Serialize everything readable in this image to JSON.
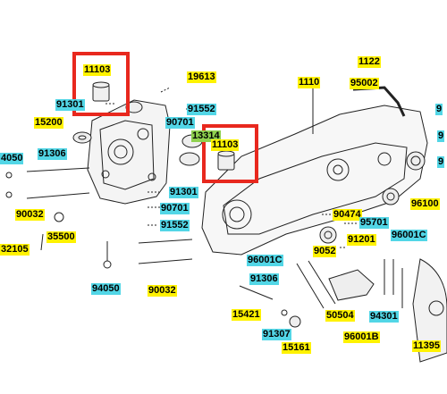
{
  "diagram": {
    "highlight_color": "#e8281e",
    "yellow_tag_color": "#fff200",
    "cyan_tag_color": "#52d6e6",
    "green_tag_color": "#8fd14f",
    "labels": [
      {
        "id": "11103-a",
        "text": "11103"
      },
      {
        "id": "19613",
        "text": "19613"
      },
      {
        "id": "91301-a",
        "text": "91301"
      },
      {
        "id": "91552-a",
        "text": "91552"
      },
      {
        "id": "15200",
        "text": "15200"
      },
      {
        "id": "90701-a",
        "text": "90701"
      },
      {
        "id": "13314",
        "text": "13314"
      },
      {
        "id": "11103-b",
        "text": "11103"
      },
      {
        "id": "1110",
        "text": "1110"
      },
      {
        "id": "1122",
        "text": "1122"
      },
      {
        "id": "95002",
        "text": "95002"
      },
      {
        "id": "9-edge",
        "text": "9"
      },
      {
        "id": "4050",
        "text": "4050"
      },
      {
        "id": "91306-a",
        "text": "91306"
      },
      {
        "id": "90032-a",
        "text": "90032"
      },
      {
        "id": "35500",
        "text": "35500"
      },
      {
        "id": "32105",
        "text": "32105"
      },
      {
        "id": "91301-b",
        "text": "91301"
      },
      {
        "id": "90701-b",
        "text": "90701"
      },
      {
        "id": "91552-b",
        "text": "91552"
      },
      {
        "id": "94050",
        "text": "94050"
      },
      {
        "id": "90032-b",
        "text": "90032"
      },
      {
        "id": "90474",
        "text": "90474"
      },
      {
        "id": "95701",
        "text": "95701"
      },
      {
        "id": "91201",
        "text": "91201"
      },
      {
        "id": "96001C-a",
        "text": "96001C"
      },
      {
        "id": "9052",
        "text": "9052"
      },
      {
        "id": "96001C-b",
        "text": "96001C"
      },
      {
        "id": "96100",
        "text": "96100"
      },
      {
        "id": "91306-b",
        "text": "91306"
      },
      {
        "id": "15421",
        "text": "15421"
      },
      {
        "id": "50504",
        "text": "50504"
      },
      {
        "id": "94301",
        "text": "94301"
      },
      {
        "id": "91307",
        "text": "91307"
      },
      {
        "id": "15161",
        "text": "15161"
      },
      {
        "id": "96001B",
        "text": "96001B"
      },
      {
        "id": "11395",
        "text": "11395"
      },
      {
        "id": "9-right-a",
        "text": "9"
      },
      {
        "id": "9-right-b",
        "text": "9"
      }
    ]
  }
}
